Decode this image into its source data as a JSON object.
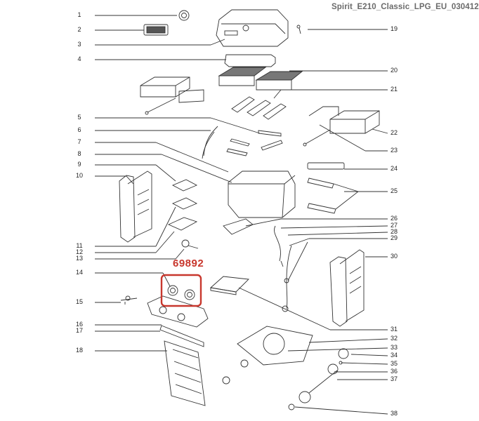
{
  "title": "Spirit_E210_Classic_LPG_EU_030412",
  "highlight": {
    "part_number": "69892",
    "color": "#c8372d"
  },
  "left_numbers": [
    "1",
    "2",
    "3",
    "4",
    "5",
    "6",
    "7",
    "8",
    "9",
    "10",
    "11",
    "12",
    "13",
    "14",
    "15",
    "16",
    "17",
    "18"
  ],
  "right_numbers": [
    "19",
    "20",
    "21",
    "22",
    "23",
    "24",
    "25",
    "26",
    "27",
    "28",
    "29",
    "30",
    "31",
    "32",
    "33",
    "34",
    "35",
    "36",
    "37",
    "38"
  ]
}
